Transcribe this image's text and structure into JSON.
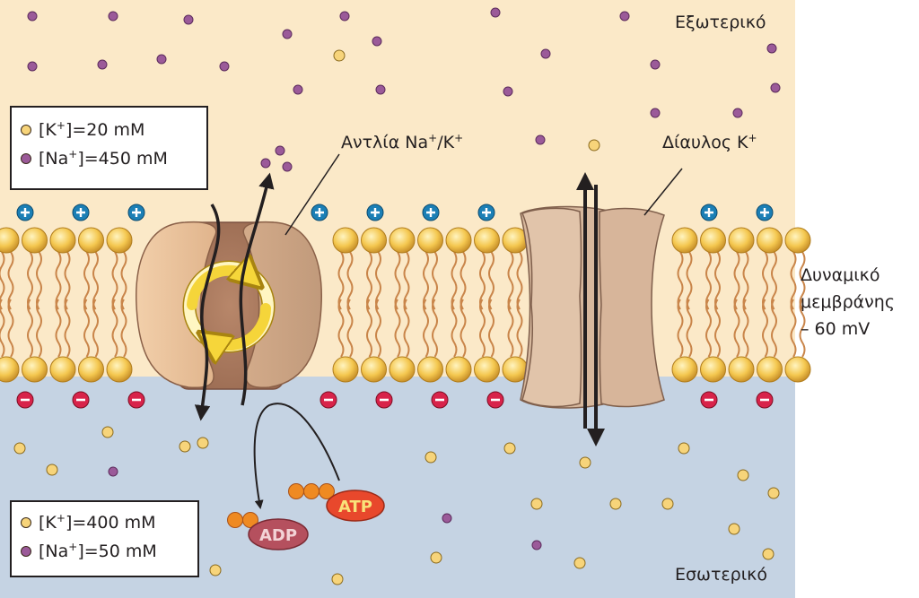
{
  "labels": {
    "outside": "Εξωτερικό",
    "inside": "Εσωτερικό",
    "pump": {
      "text": "Αντλία Na",
      "ion1_sign": "+",
      "separator": "/K",
      "ion2_sign": "+"
    },
    "k_channel": {
      "text": "Δίαυλος K",
      "sign": "+"
    },
    "membrane_potential": [
      "Δυναμικό",
      "μεμβράνης",
      "– 60 mV"
    ],
    "atp": "ATP",
    "adp": "ADP"
  },
  "outside_box": {
    "k": {
      "prefix": "[K",
      "sign": "+",
      "value": "]=20 mM"
    },
    "na": {
      "prefix": "[Na",
      "sign": "+",
      "value": "]=450 mM"
    }
  },
  "inside_box": {
    "k": {
      "prefix": "[K",
      "sign": "+",
      "value": "]=400 mM"
    },
    "na": {
      "prefix": "[Na",
      "sign": "+",
      "value": "]=50 mM"
    }
  },
  "colors": {
    "outside_bg": "#fbe9c8",
    "inside_bg": "#c5d3e3",
    "k_ion": "#f7d47a",
    "na_ion": "#9b5a99",
    "positive_charge": "#1b7fb5",
    "negative_charge": "#d8234a",
    "lipid_head": "#f2c14b",
    "lipid_tail": "#c9854a",
    "protein_light": "#e6c2a0",
    "protein_dark": "#b98a6a",
    "atp": "#e8482c",
    "adp": "#b5505e",
    "phosphate": "#ef8a22"
  },
  "icons": [
    "positive-charge-icon",
    "negative-charge-icon",
    "cycle-arrows-icon",
    "ion-flow-arrow-icon"
  ]
}
